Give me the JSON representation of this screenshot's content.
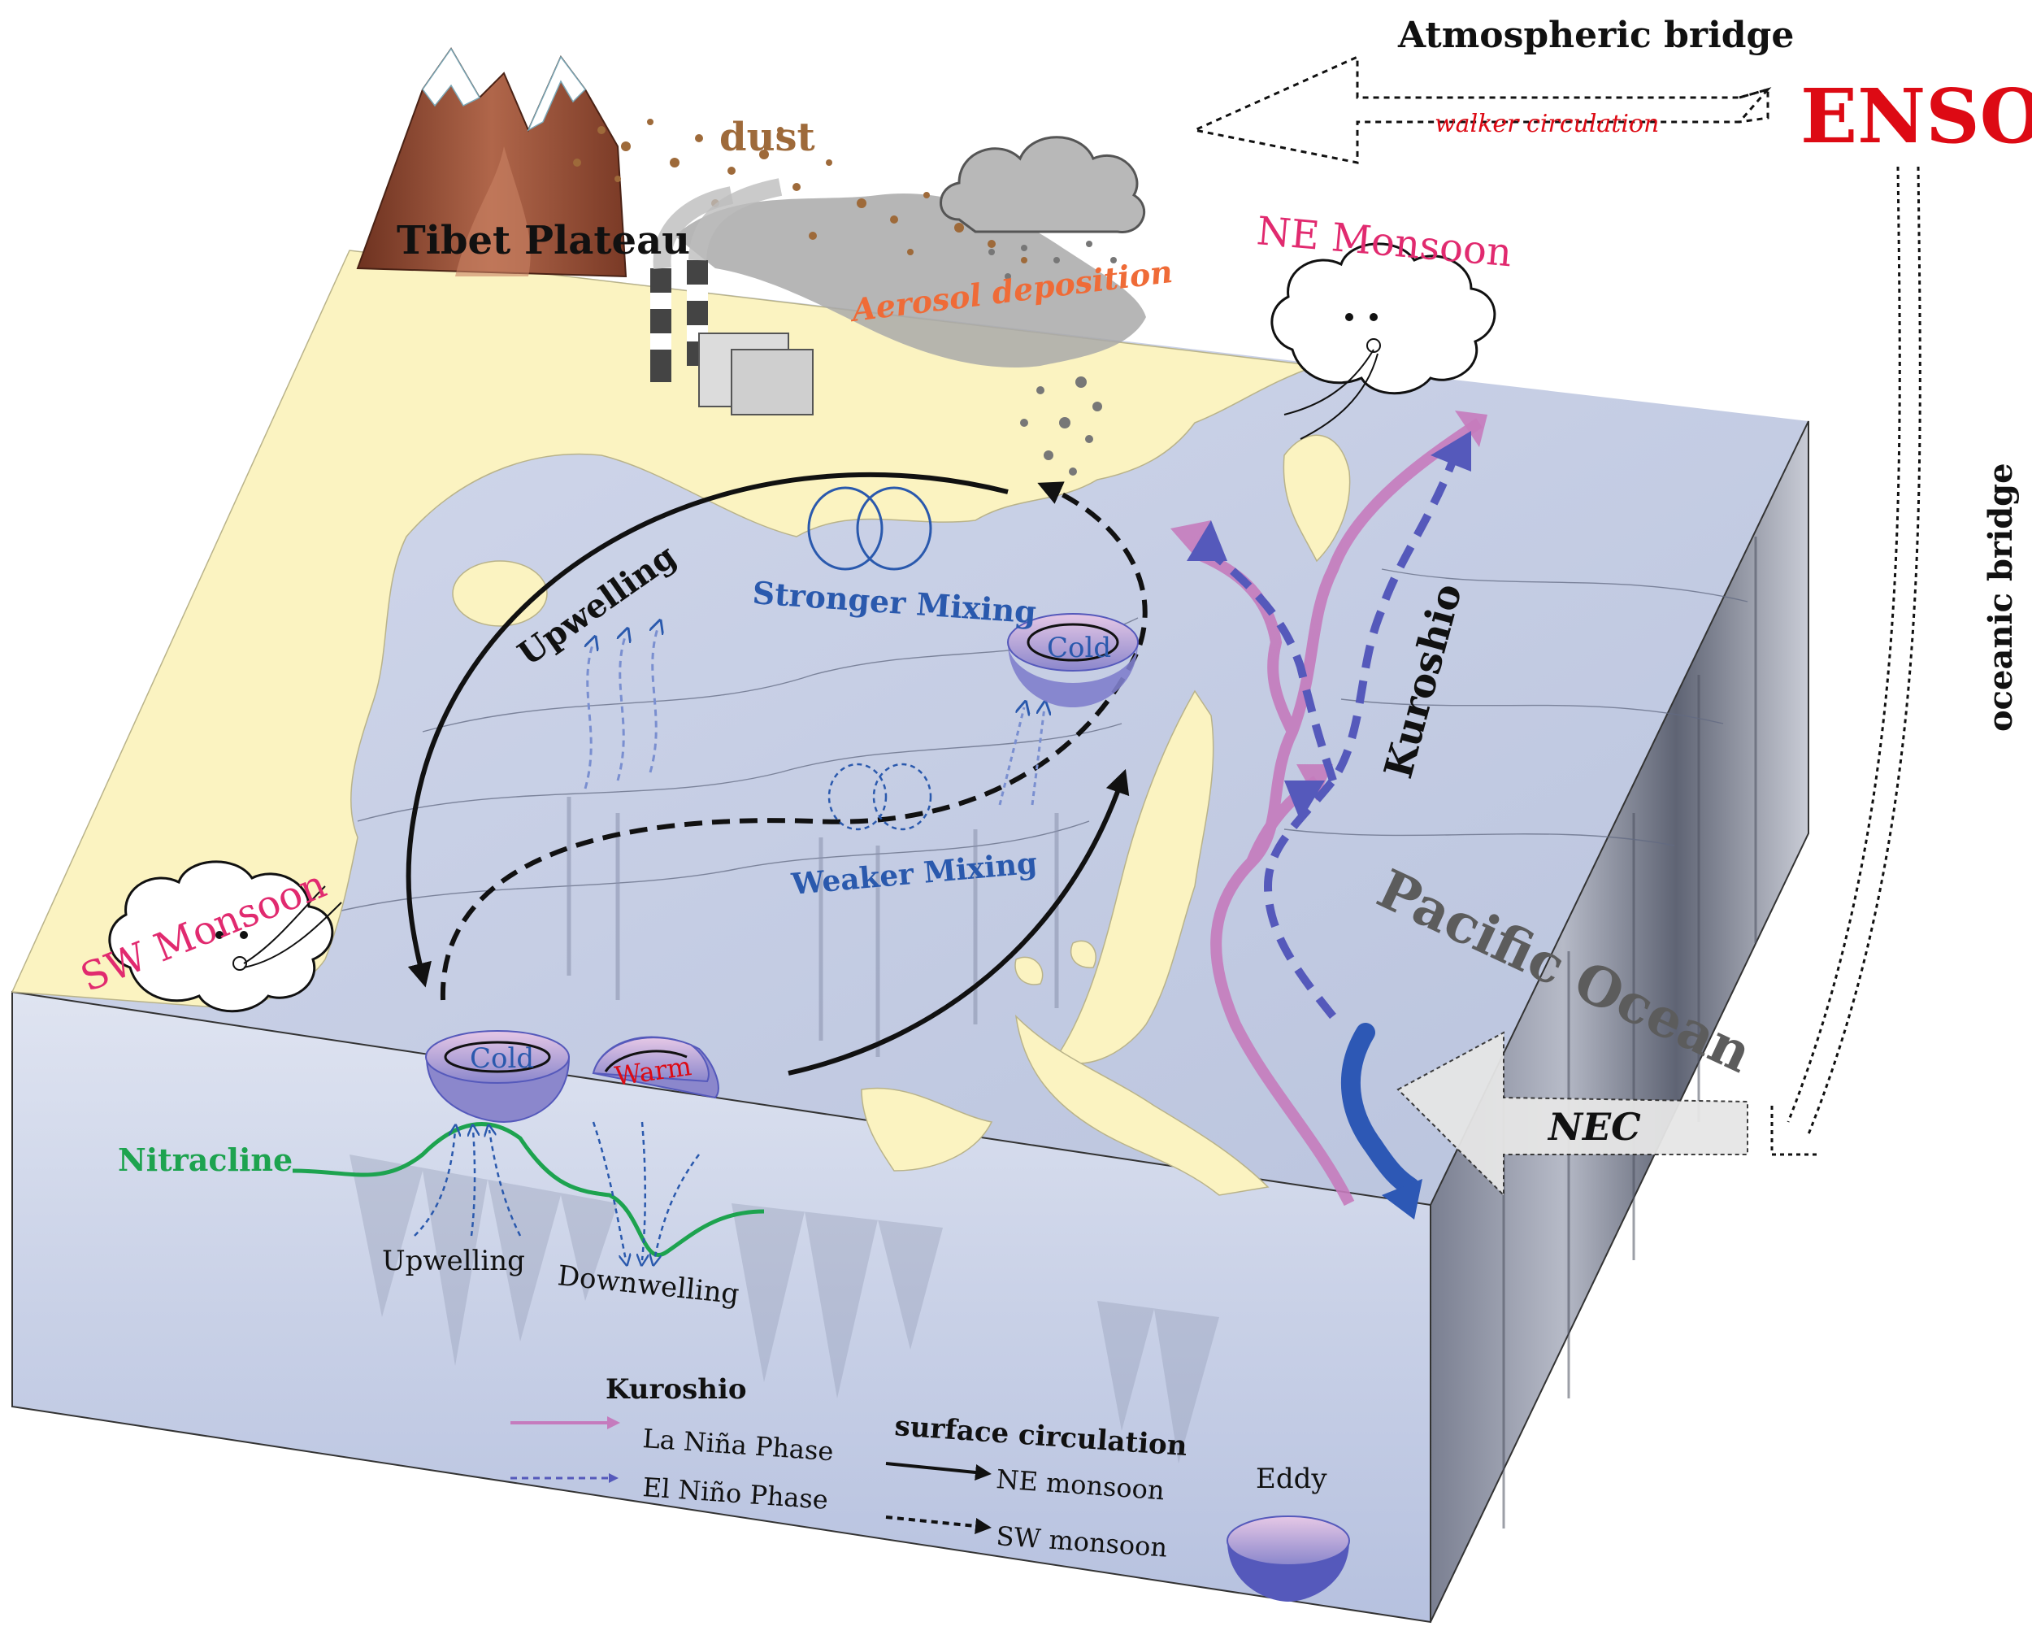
{
  "labels": {
    "atmospheric_bridge": "Atmospheric bridge",
    "walker_circulation": "walker circulation",
    "enso": "ENSO",
    "oceanic_bridge": "oceanic bridge",
    "dust": "dust",
    "tibet_plateau": "Tibet Plateau",
    "aerosol_deposition": "Aerosol deposition",
    "ne_monsoon": "NE Monsoon",
    "sw_monsoon": "SW Monsoon",
    "stronger_mixing": "Stronger Mixing",
    "weaker_mixing": "Weaker Mixing",
    "upwelling_surface": "Upwelling",
    "cold_eddy_top": "Cold",
    "cold_eddy_side": "Cold",
    "warm_eddy_side": "Warm",
    "kuroshio_current": "Kuroshio",
    "pacific_ocean": "Pacific Ocean",
    "nec": "NEC",
    "nitracline": "Nitracline",
    "upwelling_section": "Upwelling",
    "downwelling_section": "Downwelling"
  },
  "legend": {
    "kuroshio_title": "Kuroshio",
    "la_nina": "La Niña Phase",
    "el_nino": "El Niño Phase",
    "surface_title": "surface circulation",
    "ne_monsoon": "NE monsoon",
    "sw_monsoon": "SW monsoon",
    "eddy": "Eddy"
  },
  "colors": {
    "land": "#fbf3c1",
    "sea_surface": "#c3cce4",
    "box_front": "#c7d0e6",
    "box_side": "#6d7283",
    "enso": "#dd0a14",
    "monsoon": "#e12a6f",
    "mixing": "#2a59ad",
    "la_nina": "#c57bbd",
    "el_nino": "#5559bb",
    "nitracline": "#1da34f",
    "tibet": "#9b4a2f",
    "dust": "#9e6a3a",
    "aerosol": "#ef6b37"
  }
}
